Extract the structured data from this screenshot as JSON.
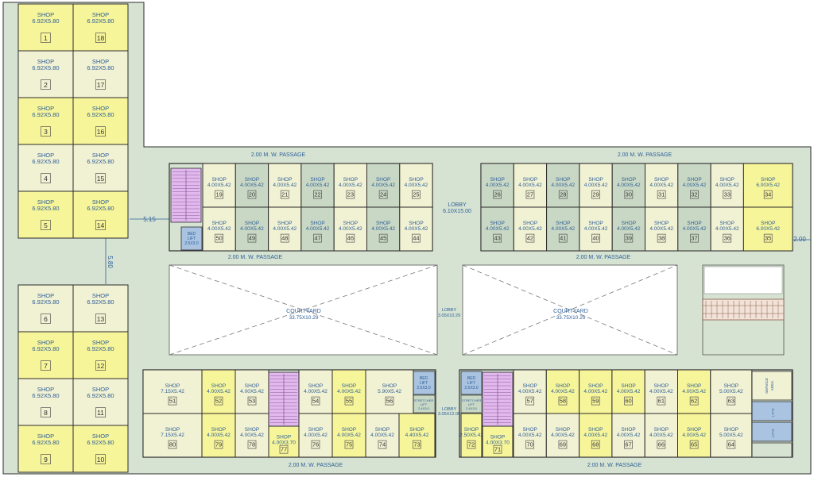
{
  "colors": {
    "floor": "#d6e3d2",
    "shop_yellow": "#f7f59a",
    "shop_cream": "#f1f1d3",
    "shop_green": "#c9d8c4",
    "stair": "#e2b9ee",
    "lift": "#a9c3e0",
    "courtyard": "#ffffff",
    "wall": "#2c2c2c",
    "text": "#2e5f98",
    "number": "#333333"
  },
  "passages": {
    "top_left": "2.00 M. W. PASSAGE",
    "top_right": "2.00 M. W. PASSAGE",
    "mid_left": "2.00 M. W. PASSAGE",
    "mid_right": "2.00 M. W. PASSAGE",
    "bottom_left": "2.00 M. W. PASSAGE",
    "bottom_right": "2.00 M. W. PASSAGE"
  },
  "dimensions": {
    "d1": "5.15",
    "d2": "5.80",
    "d3": "2.00"
  },
  "lobbies": {
    "top": {
      "label": "LOBBY",
      "size": "6.10X15.00"
    },
    "middle": {
      "label": "LOBBY",
      "size": "3.05X10.29"
    },
    "bottom": {
      "label": "LOBBY",
      "size": "3.05X12.00"
    }
  },
  "courtyards": [
    {
      "label": "COURTYARD",
      "size": "33.75X10.29"
    },
    {
      "label": "COURTYARD",
      "size": "33.75X10.29"
    }
  ],
  "lifts": [
    {
      "label": "BED",
      "label2": "LIFT",
      "size": "2.5X3.0"
    },
    {
      "label": "BED",
      "label2": "LIFT",
      "size": "2.5X3.0"
    },
    {
      "label": "BED",
      "label2": "LIFT",
      "size": "2.5X3.0"
    }
  ],
  "stretcher_lifts": [
    {
      "label": "STRETCHER",
      "label2": "LIFT",
      "size": "2.4X3.0"
    },
    {
      "label": "STRETCHER",
      "label2": "LIFT",
      "size": "2.4X3.0"
    }
  ],
  "misc": {
    "service": "SERVICE",
    "area": "AREA",
    "rs": "R.S.",
    "duct": "DUCT"
  },
  "shops": [
    {
      "n": "1",
      "label": "SHOP",
      "size": "6.92X5.80"
    },
    {
      "n": "2",
      "label": "SHOP",
      "size": "6.92X5.80"
    },
    {
      "n": "3",
      "label": "SHOP",
      "size": "6.92X5.80"
    },
    {
      "n": "4",
      "label": "SHOP",
      "size": "6.92X5.80"
    },
    {
      "n": "5",
      "label": "SHOP",
      "size": "6.92X5.80"
    },
    {
      "n": "6",
      "label": "SHOP",
      "size": "6.92X5.80"
    },
    {
      "n": "7",
      "label": "SHOP",
      "size": "6.92X5.80"
    },
    {
      "n": "8",
      "label": "SHOP",
      "size": "6.92X5.80"
    },
    {
      "n": "9",
      "label": "SHOP",
      "size": "6.92X5.80"
    },
    {
      "n": "10",
      "label": "SHOP",
      "size": "6.92X5.80"
    },
    {
      "n": "11",
      "label": "SHOP",
      "size": "6.92X5.80"
    },
    {
      "n": "12",
      "label": "SHOP",
      "size": "6.92X5.80"
    },
    {
      "n": "13",
      "label": "SHOP",
      "size": "6.92X5.80"
    },
    {
      "n": "14",
      "label": "SHOP",
      "size": "6.92X5.80"
    },
    {
      "n": "15",
      "label": "SHOP",
      "size": "6.92X5.80"
    },
    {
      "n": "16",
      "label": "SHOP",
      "size": "6.92X5.80"
    },
    {
      "n": "17",
      "label": "SHOP",
      "size": "6.92X5.80"
    },
    {
      "n": "18",
      "label": "SHOP",
      "size": "6.92X5.80"
    },
    {
      "n": "19",
      "label": "SHOP",
      "size": "4.00X5.42"
    },
    {
      "n": "20",
      "label": "SHOP",
      "size": "4.00X5.42"
    },
    {
      "n": "21",
      "label": "SHOP",
      "size": "4.00X5.42"
    },
    {
      "n": "22",
      "label": "SHOP",
      "size": "4.00X5.42"
    },
    {
      "n": "23",
      "label": "SHOP",
      "size": "4.00X5.42"
    },
    {
      "n": "24",
      "label": "SHOP",
      "size": "4.00X5.42"
    },
    {
      "n": "25",
      "label": "SHOP",
      "size": "4.00X5.42"
    },
    {
      "n": "26",
      "label": "SHOP",
      "size": "4.00X5.42"
    },
    {
      "n": "27",
      "label": "SHOP",
      "size": "4.00X5.42"
    },
    {
      "n": "28",
      "label": "SHOP",
      "size": "4.00X5.42"
    },
    {
      "n": "29",
      "label": "SHOP",
      "size": "4.00X5.42"
    },
    {
      "n": "30",
      "label": "SHOP",
      "size": "4.00X5.42"
    },
    {
      "n": "31",
      "label": "SHOP",
      "size": "4.00X5.42"
    },
    {
      "n": "32",
      "label": "SHOP",
      "size": "4.00X5.42"
    },
    {
      "n": "33",
      "label": "SHOP",
      "size": "4.00X5.42"
    },
    {
      "n": "34",
      "label": "SHOP",
      "size": "6.00X5.42"
    },
    {
      "n": "35",
      "label": "SHOP",
      "size": "6.00X5.42"
    },
    {
      "n": "36",
      "label": "SHOP",
      "size": "4.00X5.42"
    },
    {
      "n": "37",
      "label": "SHOP",
      "size": "4.00X5.42"
    },
    {
      "n": "38",
      "label": "SHOP",
      "size": "4.00X5.42"
    },
    {
      "n": "39",
      "label": "SHOP",
      "size": "4.00X5.42"
    },
    {
      "n": "40",
      "label": "SHOP",
      "size": "4.00X5.42"
    },
    {
      "n": "41",
      "label": "SHOP",
      "size": "4.00X5.42"
    },
    {
      "n": "42",
      "label": "SHOP",
      "size": "4.00X5.42"
    },
    {
      "n": "43",
      "label": "SHOP",
      "size": "4.00X5.42"
    },
    {
      "n": "44",
      "label": "SHOP",
      "size": "4.00X5.42"
    },
    {
      "n": "45",
      "label": "SHOP",
      "size": "4.00X5.42"
    },
    {
      "n": "46",
      "label": "SHOP",
      "size": "4.00X5.42"
    },
    {
      "n": "47",
      "label": "SHOP",
      "size": "4.00X5.42"
    },
    {
      "n": "48",
      "label": "SHOP",
      "size": "4.00X5.42"
    },
    {
      "n": "49",
      "label": "SHOP",
      "size": "4.00X5.42"
    },
    {
      "n": "50",
      "label": "SHOP",
      "size": "4.00X5.42"
    },
    {
      "n": "51",
      "label": "SHOP",
      "size": "7.15X5.42"
    },
    {
      "n": "52",
      "label": "SHOP",
      "size": "4.00X5.42"
    },
    {
      "n": "53",
      "label": "SHOP",
      "size": "4.00X5.42"
    },
    {
      "n": "54",
      "label": "SHOP",
      "size": "4.00X5.42"
    },
    {
      "n": "55",
      "label": "SHOP",
      "size": "4.00X5.42"
    },
    {
      "n": "56",
      "label": "SHOP",
      "size": "5.90X5.42"
    },
    {
      "n": "57",
      "label": "SHOP",
      "size": "4.00X5.42"
    },
    {
      "n": "58",
      "label": "SHOP",
      "size": "4.00X5.42"
    },
    {
      "n": "59",
      "label": "SHOP",
      "size": "4.00X5.42"
    },
    {
      "n": "60",
      "label": "SHOP",
      "size": "4.00X5.42"
    },
    {
      "n": "61",
      "label": "SHOP",
      "size": "4.00X5.42"
    },
    {
      "n": "62",
      "label": "SHOP",
      "size": "4.00X5.42"
    },
    {
      "n": "63",
      "label": "SHOP",
      "size": "5.00X5.42"
    },
    {
      "n": "64",
      "label": "SHOP",
      "size": "5.00X5.42"
    },
    {
      "n": "65",
      "label": "SHOP",
      "size": "4.00X5.42"
    },
    {
      "n": "66",
      "label": "SHOP",
      "size": "4.00X5.42"
    },
    {
      "n": "67",
      "label": "SHOP",
      "size": "4.00X5.42"
    },
    {
      "n": "68",
      "label": "SHOP",
      "size": "4.00X5.42"
    },
    {
      "n": "69",
      "label": "SHOP",
      "size": "4.00X5.42"
    },
    {
      "n": "70",
      "label": "SHOP",
      "size": "4.00X5.42"
    },
    {
      "n": "71",
      "label": "SHOP",
      "size": "4.00X3.70"
    },
    {
      "n": "72",
      "label": "SHOP",
      "size": "2.50X5.42"
    },
    {
      "n": "73",
      "label": "SHOP",
      "size": "4.40X5.42"
    },
    {
      "n": "74",
      "label": "SHOP",
      "size": "4.00X5.42"
    },
    {
      "n": "75",
      "label": "SHOP",
      "size": "4.00X5.42"
    },
    {
      "n": "76",
      "label": "SHOP",
      "size": "4.00X5.42"
    },
    {
      "n": "77",
      "label": "SHOP",
      "size": "4.00X3.70"
    },
    {
      "n": "78",
      "label": "SHOP",
      "size": "4.00X5.42"
    },
    {
      "n": "79",
      "label": "SHOP",
      "size": "4.00X5.42"
    },
    {
      "n": "80",
      "label": "SHOP",
      "size": "7.15X5.42"
    }
  ]
}
